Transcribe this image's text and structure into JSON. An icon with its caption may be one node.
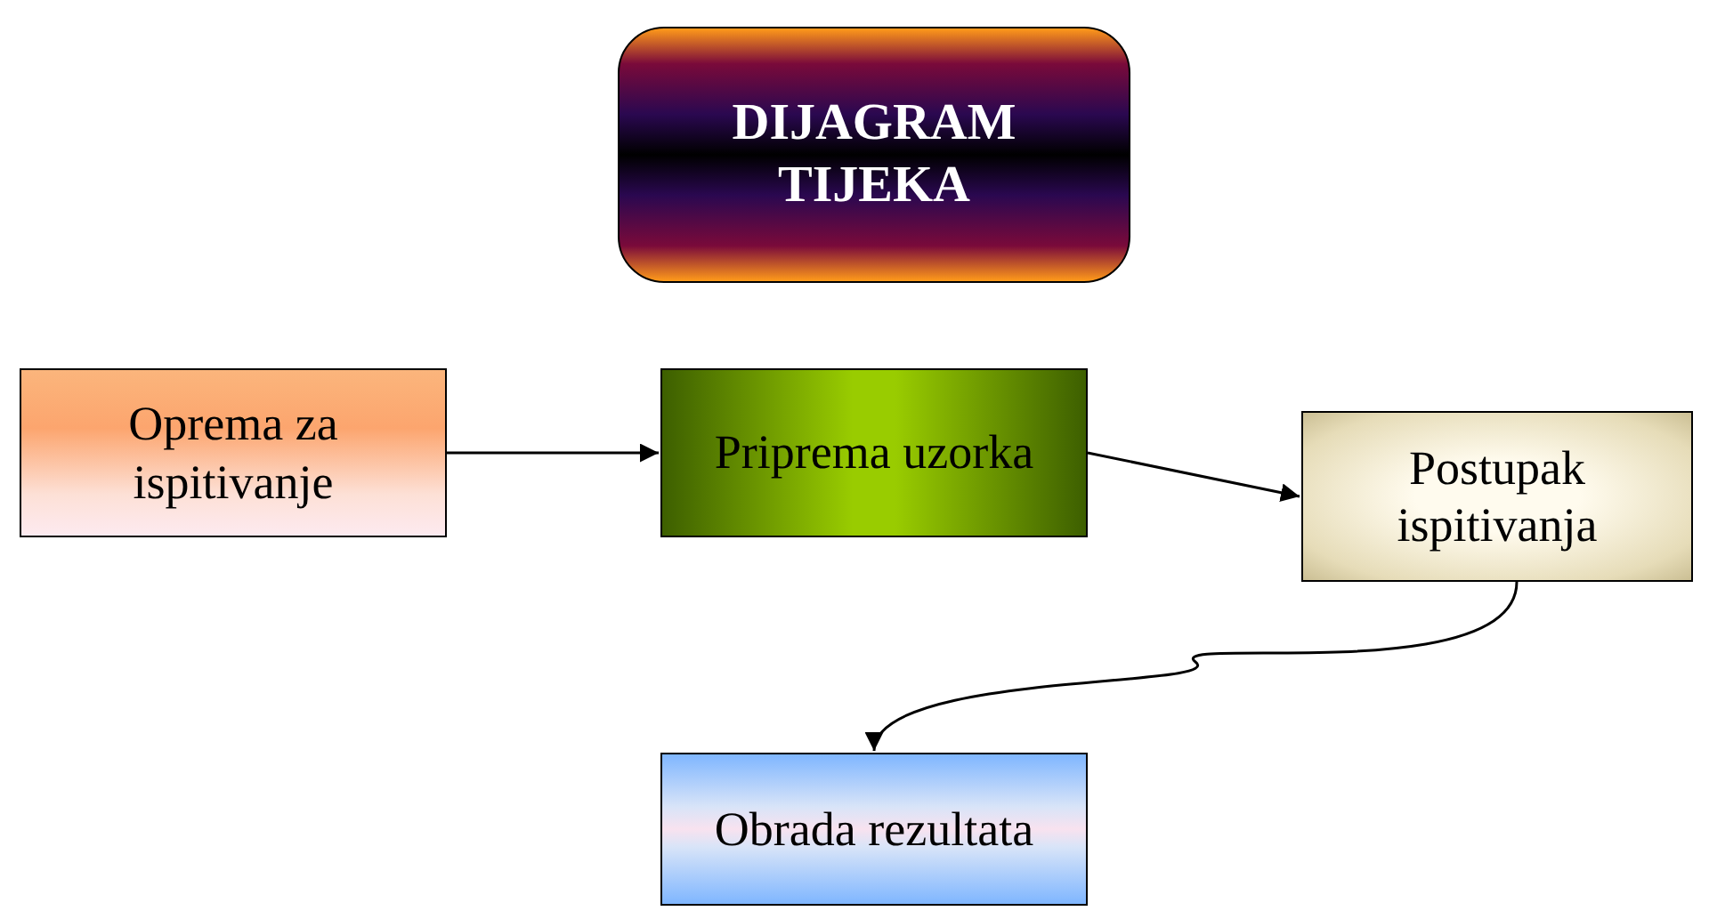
{
  "diagram": {
    "nodes": [
      {
        "text": [
          "DIJAGRAM TIJEKA"
        ]
      },
      {
        "text": [
          "Oprema za ispitivanje"
        ]
      },
      {
        "text": [
          "Priprema uzorka"
        ]
      },
      {
        "text": [
          "Postupak ispitivanja"
        ]
      },
      {
        "text": [
          "Obrada rezultata"
        ]
      }
    ],
    "edges": [
      {
        "from": 1,
        "to": 2,
        "arrow": "to"
      },
      {
        "from": 2,
        "to": 3,
        "arrow": "to"
      },
      {
        "from": 3,
        "to": 4,
        "arrow": "to"
      }
    ]
  }
}
